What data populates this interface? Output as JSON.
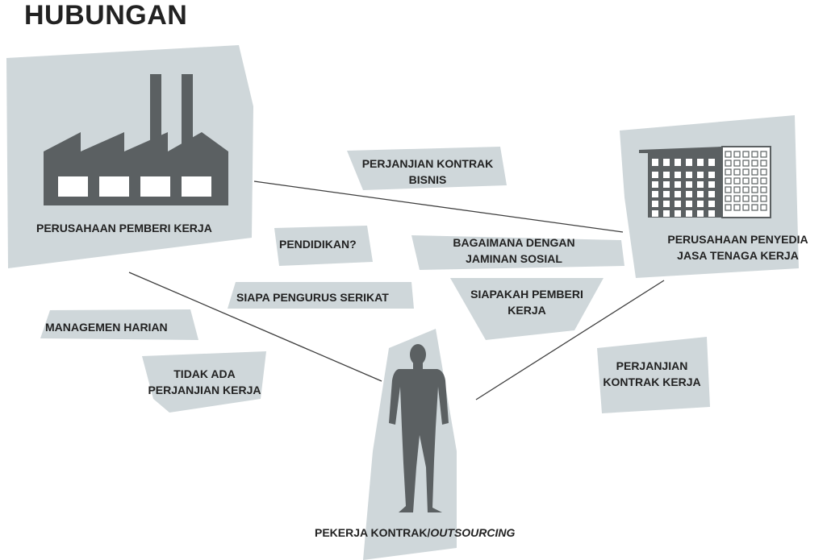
{
  "title": "HUBUNGAN",
  "colors": {
    "panel": "#cfd7da",
    "icon": "#5b6062",
    "line": "#3d3d3d",
    "text": "#222222",
    "window": "#ffffff"
  },
  "nodes": {
    "employer": "PERUSAHAAN PEMBERI KERJA",
    "provider_line1": "PERUSAHAAN PENYEDIA",
    "provider_line2": "JASA TENAGA KERJA",
    "worker_prefix": "PEKERJA KONTRAK/",
    "worker_italic": "OUTSOURCING"
  },
  "notes": {
    "business_contract_1": "PERJANJIAN KONTRAK",
    "business_contract_2": "BISNIS",
    "education": "PENDIDIKAN?",
    "social_security_1": "BAGAIMANA DENGAN",
    "social_security_2": "JAMINAN SOSIAL",
    "union": "SIAPA PENGURUS SERIKAT",
    "who_employer_1": "SIAPAKAH PEMBERI",
    "who_employer_2": "KERJA",
    "daily_management": "MANAGEMEN HARIAN",
    "no_agreement_1": "TIDAK ADA",
    "no_agreement_2": "PERJANJIAN  KERJA",
    "work_contract_1": "PERJANJIAN",
    "work_contract_2": "KONTRAK  KERJA"
  },
  "icons": {
    "factory": "factory-icon",
    "building": "office-building-icon",
    "person": "standing-person-icon"
  }
}
